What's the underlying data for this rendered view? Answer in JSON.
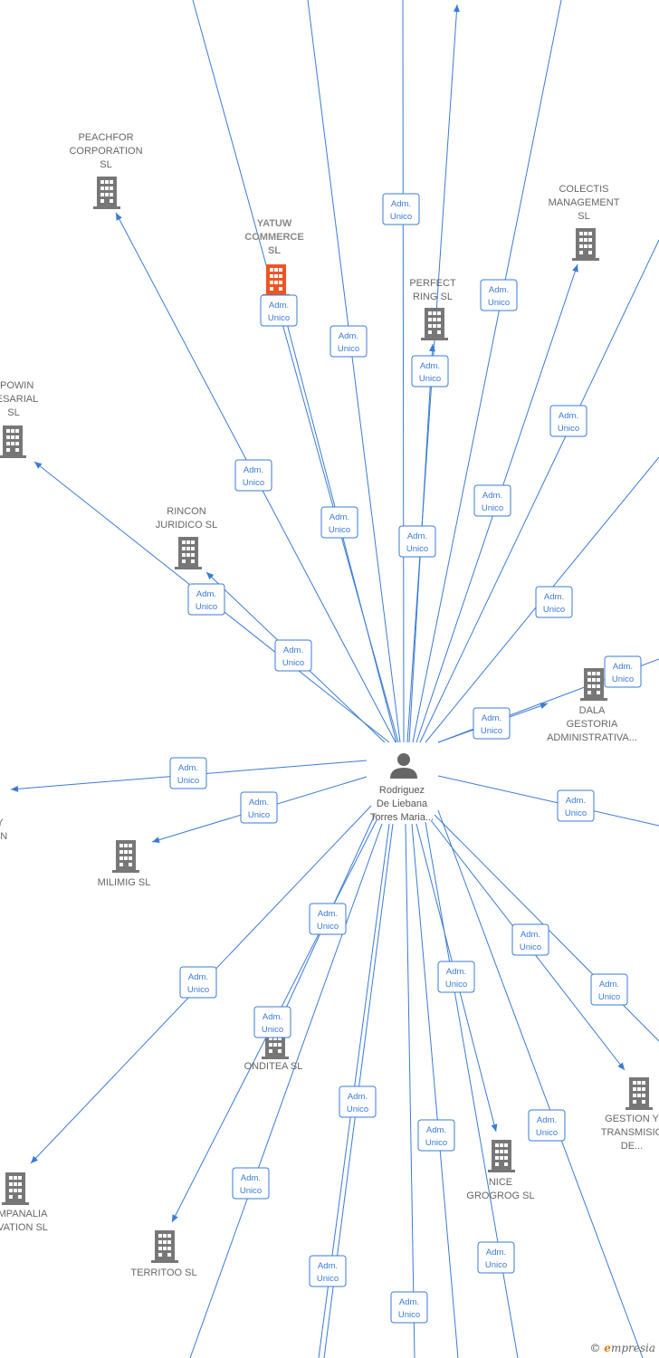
{
  "colors": {
    "edge": "#3a7bd5",
    "building": "#777777",
    "highlight": "#ee5522",
    "person": "#666666"
  },
  "center": {
    "icon": "person-icon",
    "lines": [
      "Rodriguez",
      "De Liebana",
      "Torres Maria..."
    ]
  },
  "edge_label": [
    "Adm.",
    "Unico"
  ],
  "nodes": [
    {
      "id": "peachfor",
      "lines": [
        "PEACHFOR",
        "CORPORATION",
        "SL"
      ],
      "icon": "building-icon"
    },
    {
      "id": "yatuw",
      "lines": [
        "YATUW",
        "COMMERCE",
        "SL"
      ],
      "icon": "building-icon",
      "highlight": true
    },
    {
      "id": "perfect",
      "lines": [
        "PERFECT",
        "RING  SL"
      ],
      "icon": "building-icon"
    },
    {
      "id": "colectis",
      "lines": [
        "COLECTIS",
        "MANAGEMENT",
        "SL"
      ],
      "icon": "building-icon"
    },
    {
      "id": "epowin",
      "lines": [
        "EPOWIN",
        "RESARIAL",
        "SL"
      ],
      "icon": "building-icon"
    },
    {
      "id": "rincon",
      "lines": [
        "RINCON",
        "JURIDICO SL"
      ],
      "icon": "building-icon"
    },
    {
      "id": "dala",
      "lines": [
        "DALA",
        "GESTORIA",
        "ADMINISTRATIVA..."
      ],
      "icon": "building-icon"
    },
    {
      "id": "leftcut",
      "lines": [
        "Y",
        "ON"
      ],
      "icon": ""
    },
    {
      "id": "milimig",
      "lines": [
        "MILIMIG  SL"
      ],
      "icon": "building-icon"
    },
    {
      "id": "onditea",
      "lines": [
        "ONDITEA  SL"
      ],
      "icon": "building-icon"
    },
    {
      "id": "gestion",
      "lines": [
        "GESTION Y",
        "TRANSMISIO",
        "DE..."
      ],
      "icon": "building-icon"
    },
    {
      "id": "nice",
      "lines": [
        "NICE",
        "GROGROG  SL"
      ],
      "icon": "building-icon"
    },
    {
      "id": "mpanalia",
      "lines": [
        "MPANALIA",
        "VATION  SL"
      ],
      "icon": "building-icon"
    },
    {
      "id": "territoo",
      "lines": [
        "TERRITOO  SL"
      ],
      "icon": "building-icon"
    }
  ],
  "footer": {
    "copyright": "©",
    "brand_initial": "e",
    "brand_rest": "mpresia"
  }
}
